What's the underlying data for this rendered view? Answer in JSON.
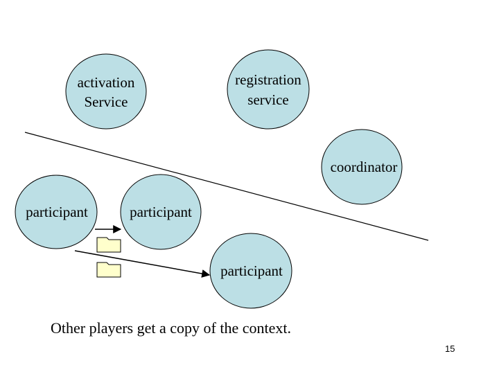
{
  "colors": {
    "node_fill": "#bcdfe5",
    "node_stroke": "#000000",
    "folder_fill": "#ffffcc",
    "line": "#000000"
  },
  "nodes": {
    "activation": {
      "line1": "activation",
      "line2": "Service"
    },
    "registration": {
      "line1": "registration",
      "line2": "service"
    },
    "coordinator": {
      "label": "coordinator"
    },
    "participant_left": {
      "label": "participant"
    },
    "participant_center": {
      "label": "participant"
    },
    "participant_bottom": {
      "label": "participant"
    }
  },
  "caption": "Other players get a copy of the context.",
  "page_number": "15",
  "icons": [
    "folder-icon",
    "folder-icon",
    "arrow-icon",
    "arrow-icon"
  ]
}
